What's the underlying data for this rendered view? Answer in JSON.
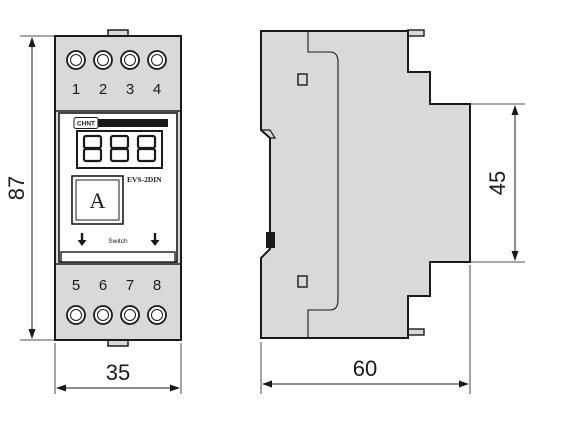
{
  "front_view": {
    "brand": "CHNT",
    "model": "EVS-2DIN",
    "button_label": "A",
    "switch_label": "Switch",
    "display_digits": [
      "8",
      "8",
      "8"
    ],
    "top_terminals": [
      "1",
      "2",
      "3",
      "4"
    ],
    "bottom_terminals": [
      "5",
      "6",
      "7",
      "8"
    ]
  },
  "dimensions": {
    "height": "87",
    "width": "35",
    "depth": "60",
    "front_height": "45"
  },
  "colors": {
    "housing": "#d9d9d9",
    "line": "#1a1a1a",
    "display": "#ffffff"
  }
}
